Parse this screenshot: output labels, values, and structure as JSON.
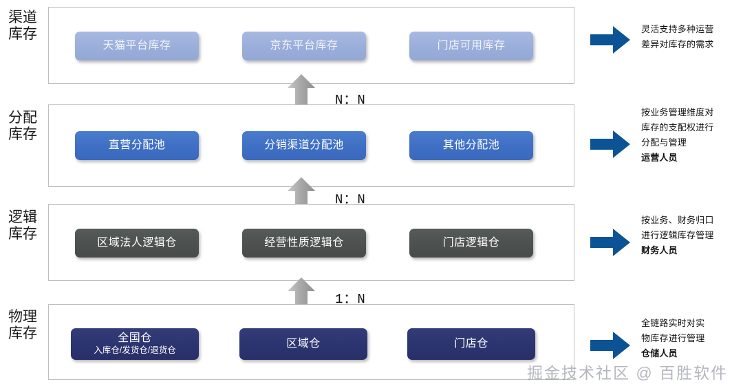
{
  "tiers": [
    {
      "label": "渠道库存",
      "nodes": [
        {
          "main": "天猫平台库存",
          "sub": ""
        },
        {
          "main": "京东平台库存",
          "sub": ""
        },
        {
          "main": "门店可用库存",
          "sub": ""
        }
      ],
      "note": [
        "灵活支持多种运营",
        "差异对库存的需求"
      ],
      "note_bold": "",
      "color": "#9aaeda"
    },
    {
      "label": "分配库存",
      "nodes": [
        {
          "main": "直营分配池",
          "sub": ""
        },
        {
          "main": "分销渠道分配池",
          "sub": ""
        },
        {
          "main": "其他分配池",
          "sub": ""
        }
      ],
      "note": [
        "按业务管理维度对",
        "库存的支配权进行",
        "分配与管理"
      ],
      "note_bold": "运营人员",
      "color": "#3f6fc4"
    },
    {
      "label": "逻辑库存",
      "nodes": [
        {
          "main": "区域法人逻辑仓",
          "sub": ""
        },
        {
          "main": "经营性质逻辑仓",
          "sub": ""
        },
        {
          "main": "门店逻辑仓",
          "sub": ""
        }
      ],
      "note": [
        "按业务、财务归口",
        "进行逻辑库存管理"
      ],
      "note_bold": "财务人员",
      "color": "#4c504e"
    },
    {
      "label": "物理库存",
      "nodes": [
        {
          "main": "全国仓",
          "sub": "入库仓/发货仓/退货仓"
        },
        {
          "main": "区域仓",
          "sub": ""
        },
        {
          "main": "门店仓",
          "sub": ""
        }
      ],
      "note": [
        "全链路实时对实",
        "物库存进行管理"
      ],
      "note_bold": "仓储人员",
      "color": "#2c3470"
    }
  ],
  "relations": [
    {
      "ratio": "N：N"
    },
    {
      "ratio": "N：N"
    },
    {
      "ratio": "1：N"
    }
  ],
  "icons": {
    "up_arrow": "grey-up-arrow-icon",
    "right_arrow": "blue-right-arrow-icon"
  },
  "colors": {
    "channel": "#9aaeda",
    "allocation": "#3f6fc4",
    "logical": "#4c504e",
    "physical": "#2c3470",
    "blue_arrow": "#0b5394",
    "grey_arrow": "#a6a6a6",
    "container_border": "#bfbfbf"
  },
  "watermark": "掘金技术社区 @ 百胜软件"
}
